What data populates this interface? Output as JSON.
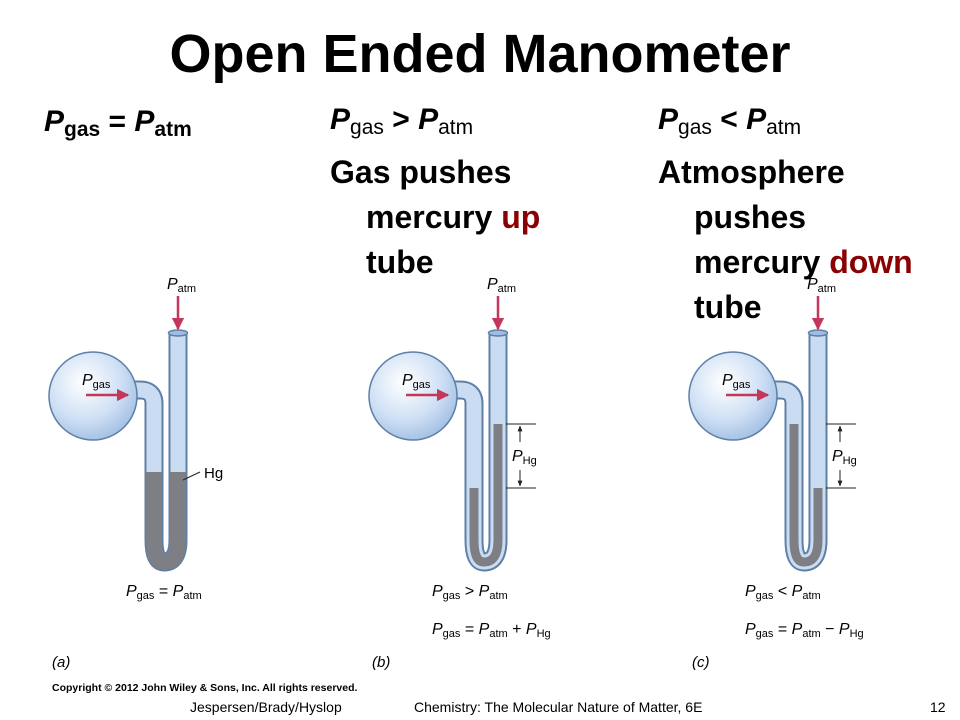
{
  "slide": {
    "title": "Open Ended Manometer",
    "slide_number": "12"
  },
  "columns": [
    {
      "heading": {
        "p1": "P",
        "s1": "gas",
        "op": " = ",
        "p2": "P",
        "s2": "atm"
      },
      "description": [],
      "fig": {
        "panel": "(a)",
        "patm": {
          "p": "P",
          "s": "atm"
        },
        "pgas": {
          "p": "P",
          "s": "gas"
        },
        "hg_label": "Hg",
        "eq1": {
          "a": "P",
          "as": "gas",
          "op": " = ",
          "b": "P",
          "bs": "atm"
        },
        "eq2": null
      }
    },
    {
      "heading": {
        "p1": "P",
        "s1": "gas",
        "op": " > ",
        "p2": "P",
        "s2": "atm"
      },
      "description": [
        {
          "text": "Gas pushes",
          "hl": ""
        },
        {
          "text": "mercury ",
          "hl": "up"
        },
        {
          "text": "tube",
          "hl": ""
        }
      ],
      "fig": {
        "panel": "(b)",
        "patm": {
          "p": "P",
          "s": "atm"
        },
        "pgas": {
          "p": "P",
          "s": "gas"
        },
        "phg": {
          "p": "P",
          "s": "Hg"
        },
        "eq1": {
          "a": "P",
          "as": "gas",
          "op": " > ",
          "b": "P",
          "bs": "atm"
        },
        "eq2": {
          "a": "P",
          "as": "gas",
          "op1": " = ",
          "b": "P",
          "bs": "atm",
          "op2": " + ",
          "c": "P",
          "cs": "Hg"
        }
      }
    },
    {
      "heading": {
        "p1": "P",
        "s1": "gas",
        "op": " < ",
        "p2": "P",
        "s2": "atm"
      },
      "description": [
        {
          "text": "Atmosphere",
          "hl": ""
        },
        {
          "text": "pushes",
          "hl": ""
        },
        {
          "text": "mercury ",
          "hl": "down"
        },
        {
          "text": "tube",
          "hl": ""
        }
      ],
      "fig": {
        "panel": "(c)",
        "patm": {
          "p": "P",
          "s": "atm"
        },
        "pgas": {
          "p": "P",
          "s": "gas"
        },
        "phg": {
          "p": "P",
          "s": "Hg"
        },
        "eq1": {
          "a": "P",
          "as": "gas",
          "op": " < ",
          "b": "P",
          "bs": "atm"
        },
        "eq2": {
          "a": "P",
          "as": "gas",
          "op1": " = ",
          "b": "P",
          "bs": "atm",
          "op2": " − ",
          "c": "P",
          "cs": "Hg"
        }
      }
    }
  ],
  "footer": {
    "copyright": "Copyright © 2012 John Wiley & Sons, Inc. All rights reserved.",
    "authors": "Jespersen/Brady/Hyslop",
    "book": "Chemistry: The Molecular Nature of Matter, 6E"
  },
  "colors": {
    "arrow": "#c4365c",
    "tube_glass": "#c9dcf2",
    "tube_edge": "#5e7fa6",
    "mercury": "#7d7f84",
    "highlight": "#8b0000"
  }
}
